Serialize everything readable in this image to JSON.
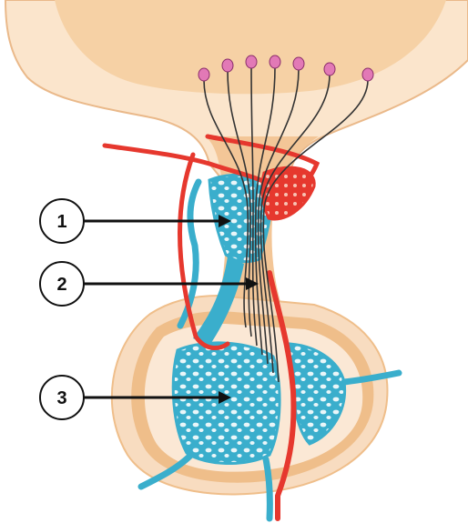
{
  "figure": {
    "callouts": [
      {
        "id": "1",
        "label": "1"
      },
      {
        "id": "2",
        "label": "2"
      },
      {
        "id": "3",
        "label": "3"
      }
    ]
  },
  "colors": {
    "hypothalamus": "#f6d1a5",
    "hypothalamus_outer": "#fbe5cc",
    "stalk": "#f3c697",
    "pituitary_outer": "#f8dcc0",
    "pituitary_rim": "#efbe8a",
    "portal_vessels": "#3aaecc",
    "arteries": "#e6382e",
    "neurons": "#333333",
    "neuron_body": "#e279b6",
    "callout_stroke": "#111111"
  }
}
